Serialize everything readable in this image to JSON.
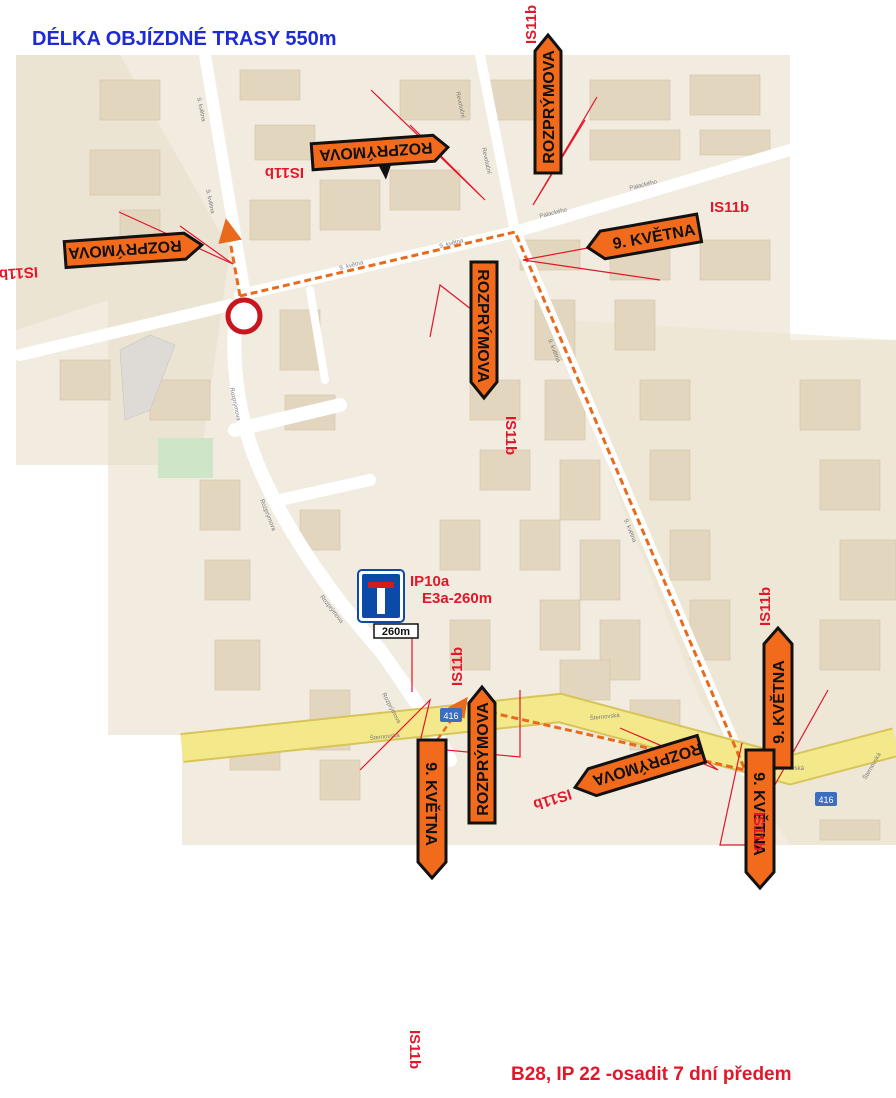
{
  "title": "DÉLKA OBJÍZDNÉ TRASY 550m",
  "footer_note": "B28, IP 22 -osadit 7 dní předem",
  "colors": {
    "title": "#1c2bd6",
    "code_text": "#e3162a",
    "sign_orange": "#f26a1b",
    "route": "#e86a1a",
    "main_road": "#f4e98a",
    "map_bg": "#f1ebe0",
    "building": "#e3d6be"
  },
  "route_signs": [
    {
      "text": "ROZPRÝMOVA",
      "code": "IS11b"
    },
    {
      "text": "ROZPRÝMOVA",
      "code": "IS11b"
    },
    {
      "text": "ROZPRÝMOVA",
      "code": "IS11b"
    },
    {
      "text": "9. KVĚTNA",
      "code": "IS11b"
    },
    {
      "text": "ROZPRÝMOVA",
      "code": "IS11b"
    },
    {
      "text": "ROZPRÝMOVA",
      "code": "IS11b"
    },
    {
      "text": "ROZPRÝMOVA",
      "code": "IS11b"
    },
    {
      "text": "9. KVĚTNA",
      "code": "IS11b"
    },
    {
      "text": "9. KVĚTNA",
      "code": "IS11b"
    },
    {
      "text": "9. KVĚTNA",
      "code": "IS11b"
    }
  ],
  "dead_end_sign": {
    "code": "IP10a",
    "plate_text": "260m",
    "plate_code": "E3a-260m"
  },
  "streets": {
    "s1": "9. května",
    "s2": "Palackého",
    "s3": "Rozprýmova",
    "s4": "Šternovská",
    "s5": "Revoluční"
  },
  "road_badges": [
    "416",
    "416"
  ]
}
